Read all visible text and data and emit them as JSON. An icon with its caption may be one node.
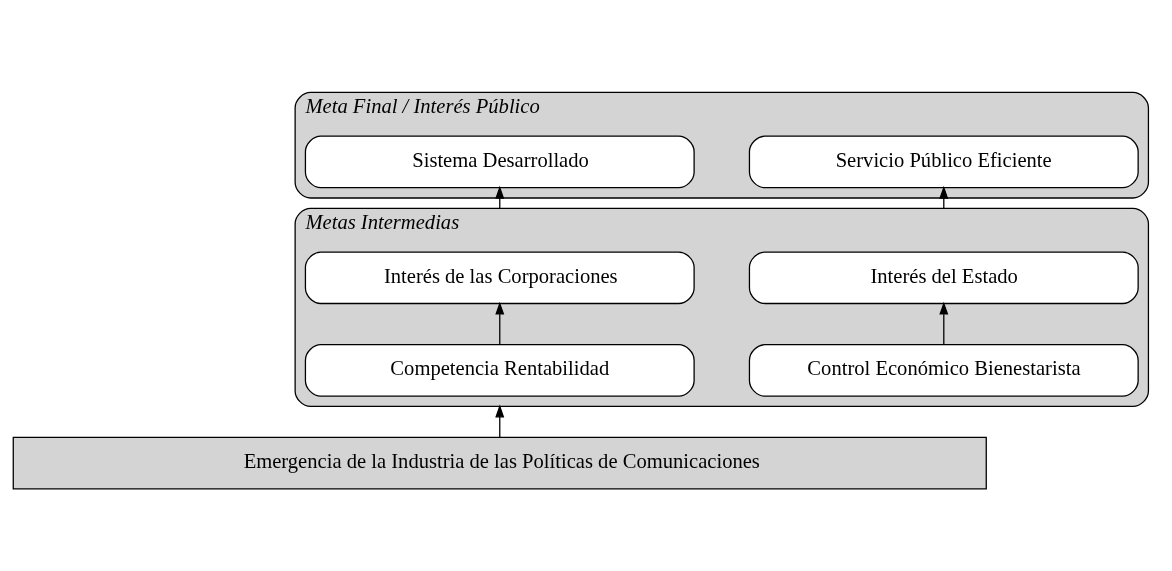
{
  "diagram": {
    "nodes": [
      {
        "text": [
          "Meta Final / Interés Público"
        ]
      },
      {
        "text": [
          "Servicio Público Eficiente"
        ],
        "in": 0
      },
      {
        "text": [
          "Sistema Desarrollado"
        ],
        "in": 0
      },
      {
        "text": [
          "Metas Intermedias"
        ]
      },
      {
        "text": [
          "Interés del Estado"
        ],
        "in": 3
      },
      {
        "text": [
          "Interés de las Corporaciones"
        ],
        "in": 3
      },
      {
        "text": [
          "Control Económico Bienestarista"
        ],
        "in": 3
      },
      {
        "text": [
          "Competencia Rentabilidad"
        ],
        "in": 3
      },
      {
        "text": [
          "Emergencia de la Industria de las Políticas de Comunicaciones"
        ]
      }
    ],
    "edges": [
      {
        "from": 3,
        "to": 1,
        "arrow": "to"
      },
      {
        "from": 3,
        "to": 2,
        "arrow": "to"
      },
      {
        "from": 6,
        "to": 4,
        "arrow": "to"
      },
      {
        "from": 7,
        "to": 5,
        "arrow": "to"
      },
      {
        "from": 8,
        "to": 3,
        "arrow": "to"
      }
    ]
  }
}
